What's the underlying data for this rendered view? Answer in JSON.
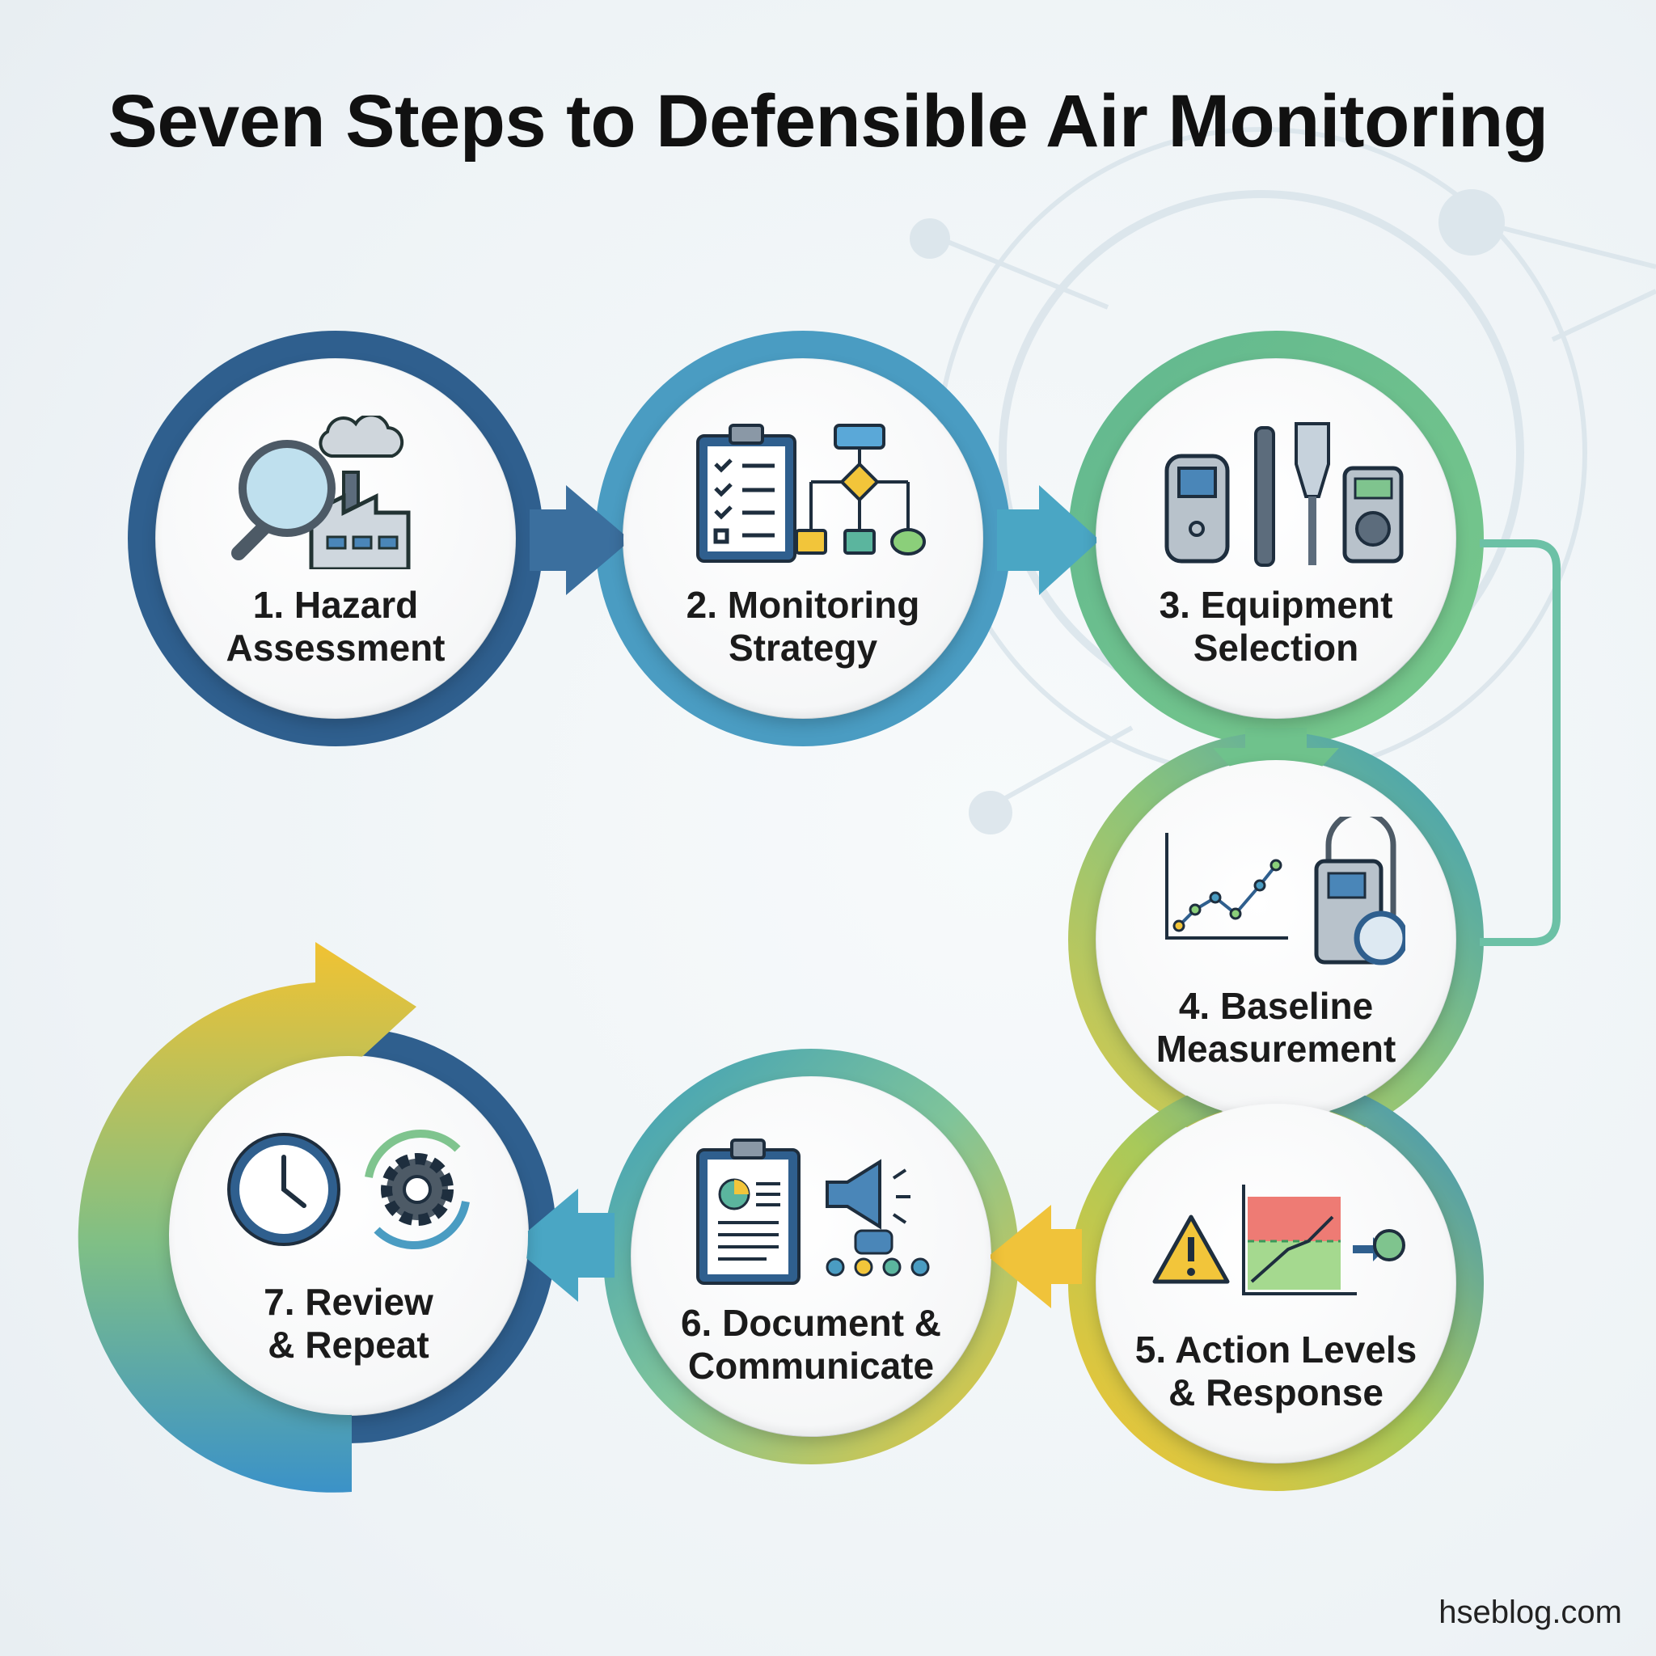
{
  "title": "Seven Steps to Defensible Air Monitoring",
  "steps": [
    {
      "number": "1.",
      "line1": "1. Hazard",
      "line2": "Assessment",
      "icon": "magnifier-factory-icon",
      "color": "#2f5f8e"
    },
    {
      "number": "2.",
      "line1": "2. Monitoring",
      "line2": "Strategy",
      "icon": "checklist-flowchart-icon",
      "color": "#4a9cc2"
    },
    {
      "number": "3.",
      "line1": "3. Equipment",
      "line2": "Selection",
      "icon": "monitoring-devices-icon",
      "color": "#6cbf8c"
    },
    {
      "number": "4.",
      "line1": "4. Baseline",
      "line2": "Measurement",
      "icon": "trend-chart-sampler-icon",
      "color": "#4aa7b0"
    },
    {
      "number": "5.",
      "line1": "5. Action Levels",
      "line2": "& Response",
      "icon": "warning-threshold-icon",
      "color": "#f0c33a"
    },
    {
      "number": "6.",
      "line1": "6. Document &",
      "line2": "Communicate",
      "icon": "report-megaphone-team-icon",
      "color": "#5db6a6"
    },
    {
      "number": "7.",
      "line1": "7. Review",
      "line2": "& Repeat",
      "icon": "clock-gear-cycle-icon",
      "color": "#2f5f8e"
    }
  ],
  "footer": "hseblog.com"
}
